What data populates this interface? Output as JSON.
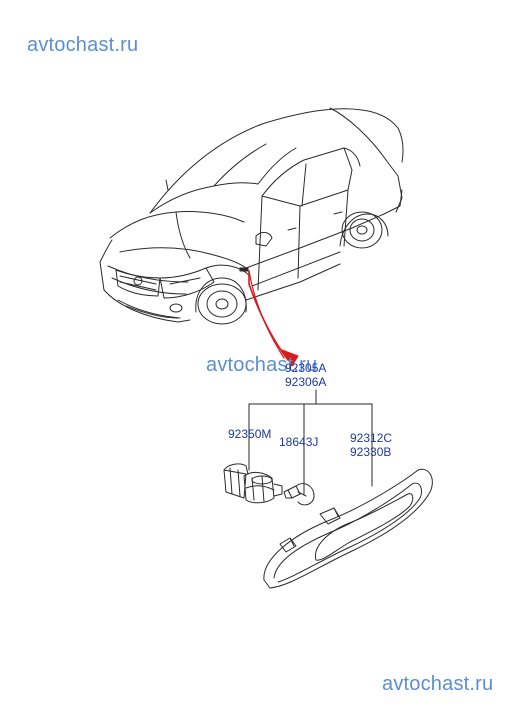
{
  "watermarks": {
    "top": "avtochast.ru",
    "middle": "avtochast.ru",
    "bottom": "avtochast.ru"
  },
  "parts": {
    "assembly_1": "92305A",
    "assembly_2": "92306A",
    "socket": "92350M",
    "bulb": "18643J",
    "lens_1": "92312C",
    "lens_2": "92330B"
  },
  "colors": {
    "line": "#2a2a2a",
    "leader": "#d81b1b",
    "part_number": "#1e3aa0",
    "watermark": "#5b8fd0"
  }
}
